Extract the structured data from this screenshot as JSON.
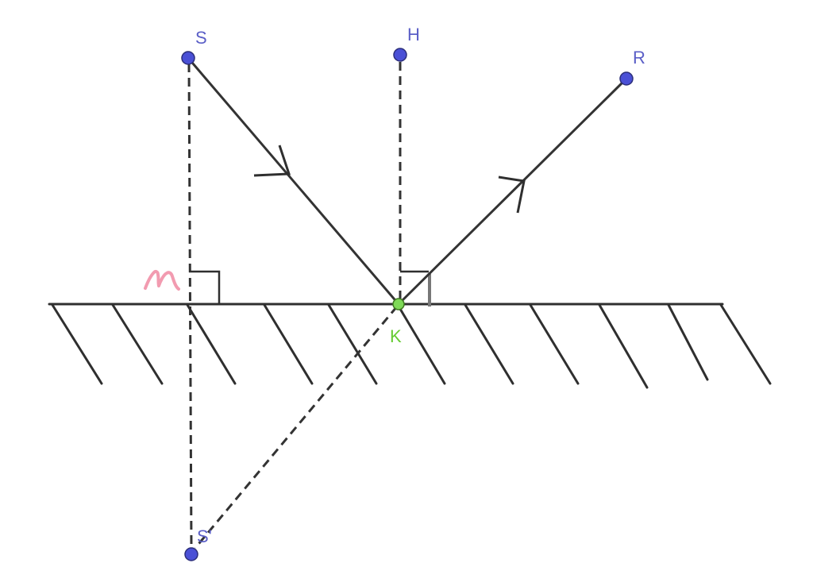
{
  "diagram": {
    "points": {
      "S": {
        "label": "S",
        "color": "#4a50d6",
        "label_color": "#5b5fc7"
      },
      "H": {
        "label": "H",
        "color": "#4a50d6",
        "label_color": "#5b5fc7"
      },
      "R": {
        "label": "R",
        "color": "#4a50d6",
        "label_color": "#5b5fc7"
      },
      "K": {
        "label": "K",
        "color": "#7ed957",
        "label_color": "#66cc33"
      },
      "S_prime": {
        "label": "S'",
        "color": "#4a50d6",
        "label_color": "#5b5fc7"
      },
      "M": {
        "label": "M",
        "color": "#f29bb0"
      }
    },
    "colors": {
      "line": "#333333",
      "mirror": "#2f2f2f"
    }
  }
}
